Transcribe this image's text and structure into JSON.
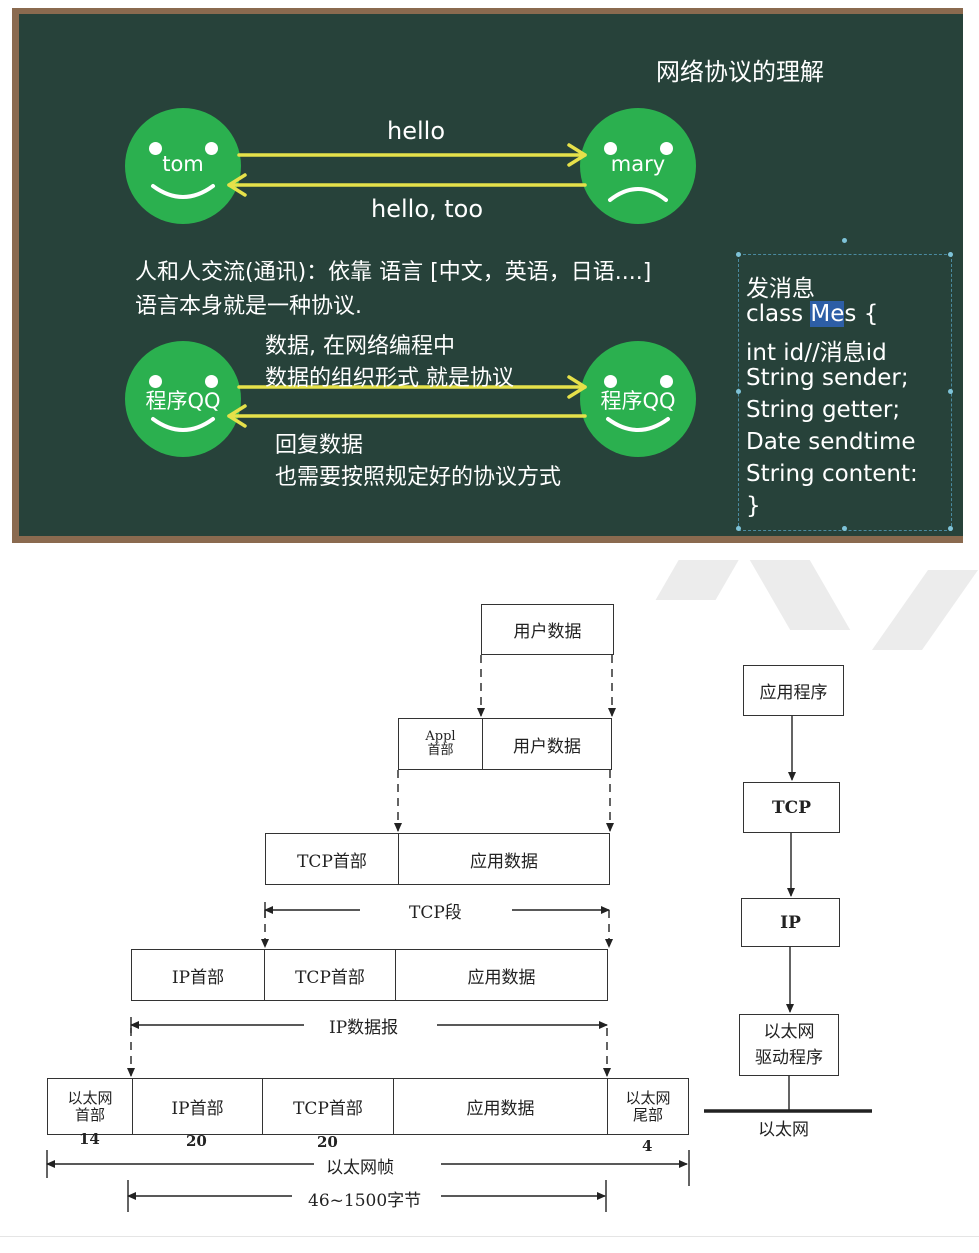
{
  "board": {
    "title": "网络协议的理解",
    "person_a": "tom",
    "person_b": "mary",
    "msg_send": "hello",
    "msg_reply": "hello, too",
    "line1": "人和人交流(通讯)：依靠 语言 [中文，英语，日语....]",
    "line2": "语言本身就是一种协议.",
    "app_a": "程序QQ",
    "app_b": "程序QQ",
    "data_line1": "数据, 在网络编程中",
    "data_line2": "数据的组织形式 就是协议",
    "reply_line1": "回复数据",
    "reply_line2": "也需要按照规定好的协议方式",
    "code": {
      "l1": "发消息",
      "l2_a": "class ",
      "l2_hl": "Me",
      "l2_b": "s {",
      "l3": "int id//消息id",
      "l4_a": "S",
      "l4_b": "tring sender;",
      "l5": "String getter;",
      "l6": "Date sendtime",
      "l7": "String content:",
      "l8": "}"
    },
    "colors": {
      "board": "#27423a",
      "face": "#2bb04f",
      "arrow": "#e6e14a",
      "frame": "#8a6a4f"
    }
  },
  "encap": {
    "user_data": "用户数据",
    "appl_header_1": "Appl",
    "appl_header_2": "首部",
    "user_data_2": "用户数据",
    "tcp_header": "TCP首部",
    "app_data": "应用数据",
    "tcp_segment": "TCP段",
    "ip_header": "IP首部",
    "tcp_header_2": "TCP首部",
    "app_data_2": "应用数据",
    "ip_datagram": "IP数据报",
    "eth_header_1": "以太网",
    "eth_header_2": "首部",
    "ip_header_2": "IP首部",
    "tcp_header_3": "TCP首部",
    "app_data_3": "应用数据",
    "eth_trailer_1": "以太网",
    "eth_trailer_2": "尾部",
    "n14": "14",
    "n20a": "20",
    "n20b": "20",
    "n4": "4",
    "eth_frame": "以太网帧",
    "frame_size": "46~1500字节"
  },
  "stack": {
    "app": "应用程序",
    "tcp": "TCP",
    "ip": "IP",
    "driver_1": "以太网",
    "driver_2": "驱动程序",
    "ethernet": "以太网"
  }
}
